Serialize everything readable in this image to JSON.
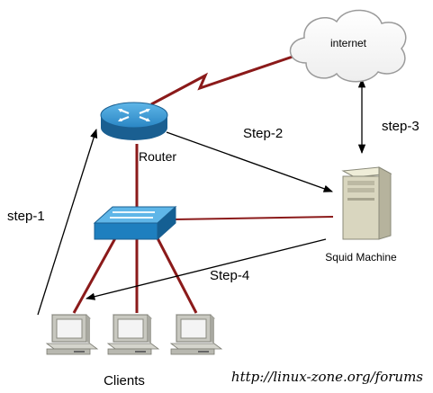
{
  "labels": {
    "internet": "internet",
    "router": "Router",
    "squid": "Squid Machine",
    "clients": "Clients",
    "step1": "step-1",
    "step2": "Step-2",
    "step3": "step-3",
    "step4": "Step-4"
  },
  "footer_url": "http://linux-zone.org/forums",
  "icons": [
    "cloud-icon",
    "router-icon",
    "switch-icon",
    "server-icon",
    "computer-icon"
  ],
  "colors": {
    "device_blue": "#1e7fbf",
    "link_red": "#8b1a1a",
    "link_gray": "#7a7a7a",
    "server_beige": "#d9d6bf",
    "monitor_gray": "#c8c8c0"
  }
}
